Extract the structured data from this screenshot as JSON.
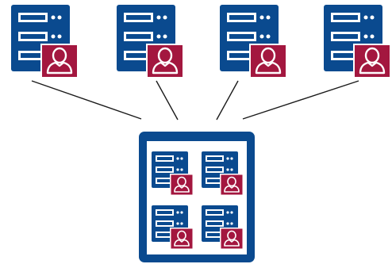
{
  "diagram": {
    "description_label": "",
    "colors": {
      "server_blue": "#0a4a8f",
      "user_red": "#a3173f",
      "line": "#1a1a1a",
      "background": "#ffffff"
    },
    "nodes": [
      {
        "id": "client-server-1",
        "icons": [
          "server-icon",
          "user-icon"
        ]
      },
      {
        "id": "client-server-2",
        "icons": [
          "server-icon",
          "user-icon"
        ]
      },
      {
        "id": "client-server-3",
        "icons": [
          "server-icon",
          "user-icon"
        ]
      },
      {
        "id": "client-server-4",
        "icons": [
          "server-icon",
          "user-icon"
        ]
      },
      {
        "id": "central-host",
        "icons": [
          "container-icon"
        ],
        "contains": [
          {
            "id": "virtual-server-1",
            "icons": [
              "server-icon",
              "user-icon"
            ]
          },
          {
            "id": "virtual-server-2",
            "icons": [
              "server-icon",
              "user-icon"
            ]
          },
          {
            "id": "virtual-server-3",
            "icons": [
              "server-icon",
              "user-icon"
            ]
          },
          {
            "id": "virtual-server-4",
            "icons": [
              "server-icon",
              "user-icon"
            ]
          }
        ]
      }
    ],
    "edges": [
      {
        "from": "client-server-1",
        "to": "central-host"
      },
      {
        "from": "client-server-2",
        "to": "central-host"
      },
      {
        "from": "client-server-3",
        "to": "central-host"
      },
      {
        "from": "client-server-4",
        "to": "central-host"
      }
    ]
  }
}
